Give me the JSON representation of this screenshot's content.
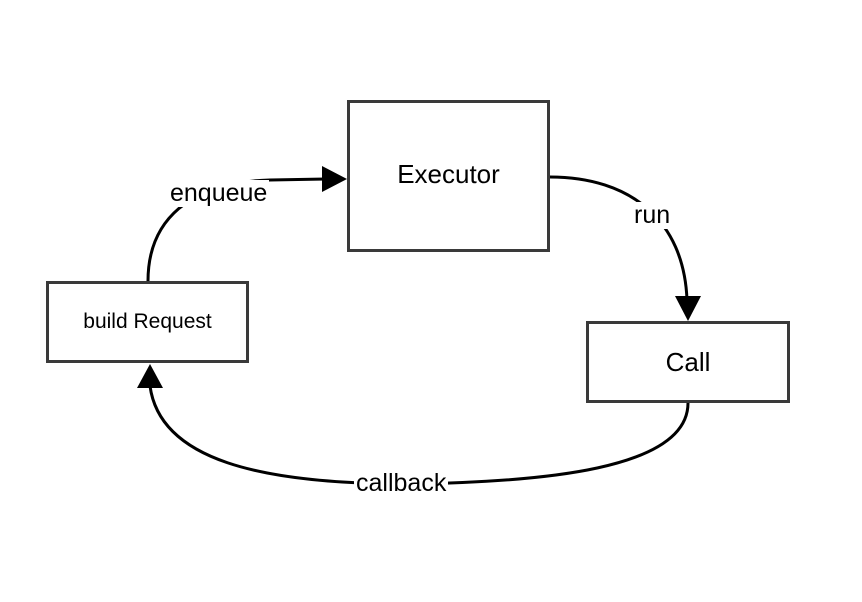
{
  "nodes": {
    "executor": "Executor",
    "build_request": "build Request",
    "call": "Call"
  },
  "edges": {
    "enqueue": "enqueue",
    "run": "run",
    "callback": "callback"
  }
}
